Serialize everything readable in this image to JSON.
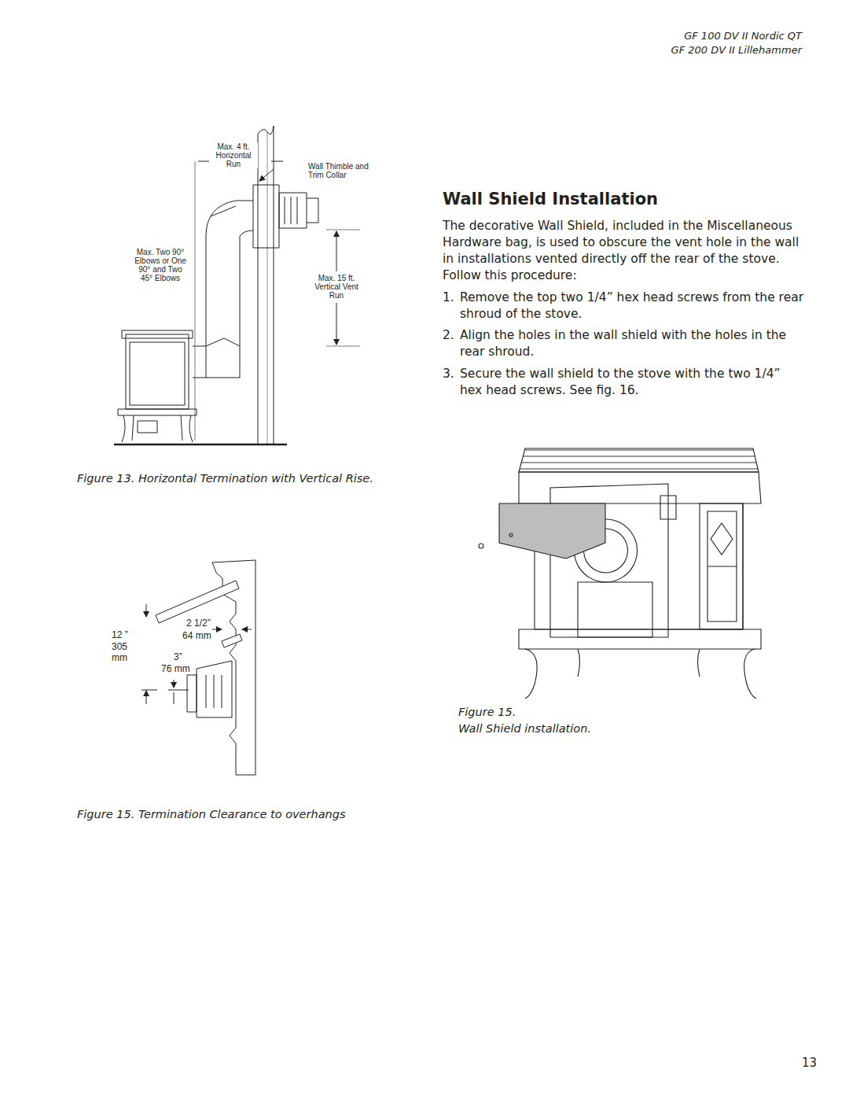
{
  "diagram": {
    "title": "Wall Shield Installation",
    "labels": [
      "GF 100 DV II Nordic QT",
      "GF 200 DV II Lillehammer",
      "Max. 4 ft. Horizontal Run",
      "Wall Thimble and Trim Collar",
      "Max. Two 90° Elbows or One 90° and Two 45° Elbows",
      "Max. 15 ft. Vertical Vent Run",
      "Figure 13. Horizontal Termination with Vertical Rise.",
      "The decorative Wall Shield, included in the Miscellaneous Hardware bag, is used to obscure the vent hole in the wall in installations vented directly off the rear of the stove. Follow this procedure:",
      "1.",
      "Remove the top two 1/4” hex head screws  from the rear shroud of the stove.",
      "2.",
      "Align the holes in the wall shield with the holes in the rear shroud.",
      "3.",
      "Secure the wall shield to the stove with the two 1/4” hex head screws. See fig. 16.",
      "2 1/2”",
      "64 mm",
      "12 ”",
      "305 mm",
      "3”",
      "76 mm",
      "Figure 15.",
      "Wall Shield installation.",
      "Figure 15. Termination Clearance to overhangs",
      "13"
    ]
  }
}
